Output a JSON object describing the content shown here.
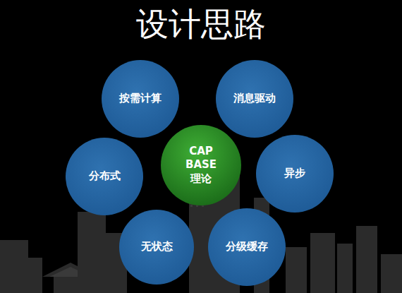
{
  "diagram": {
    "title": "设计思路",
    "nodes": [
      {
        "text": [
          "按需计算"
        ]
      },
      {
        "text": [
          "消息驱动"
        ]
      },
      {
        "text": [
          "分布式"
        ]
      },
      {
        "text": [
          "CAP BASE 理论"
        ]
      },
      {
        "text": [
          "异步"
        ]
      },
      {
        "text": [
          "无状态"
        ]
      },
      {
        "text": [
          "分级缓存"
        ]
      }
    ]
  }
}
